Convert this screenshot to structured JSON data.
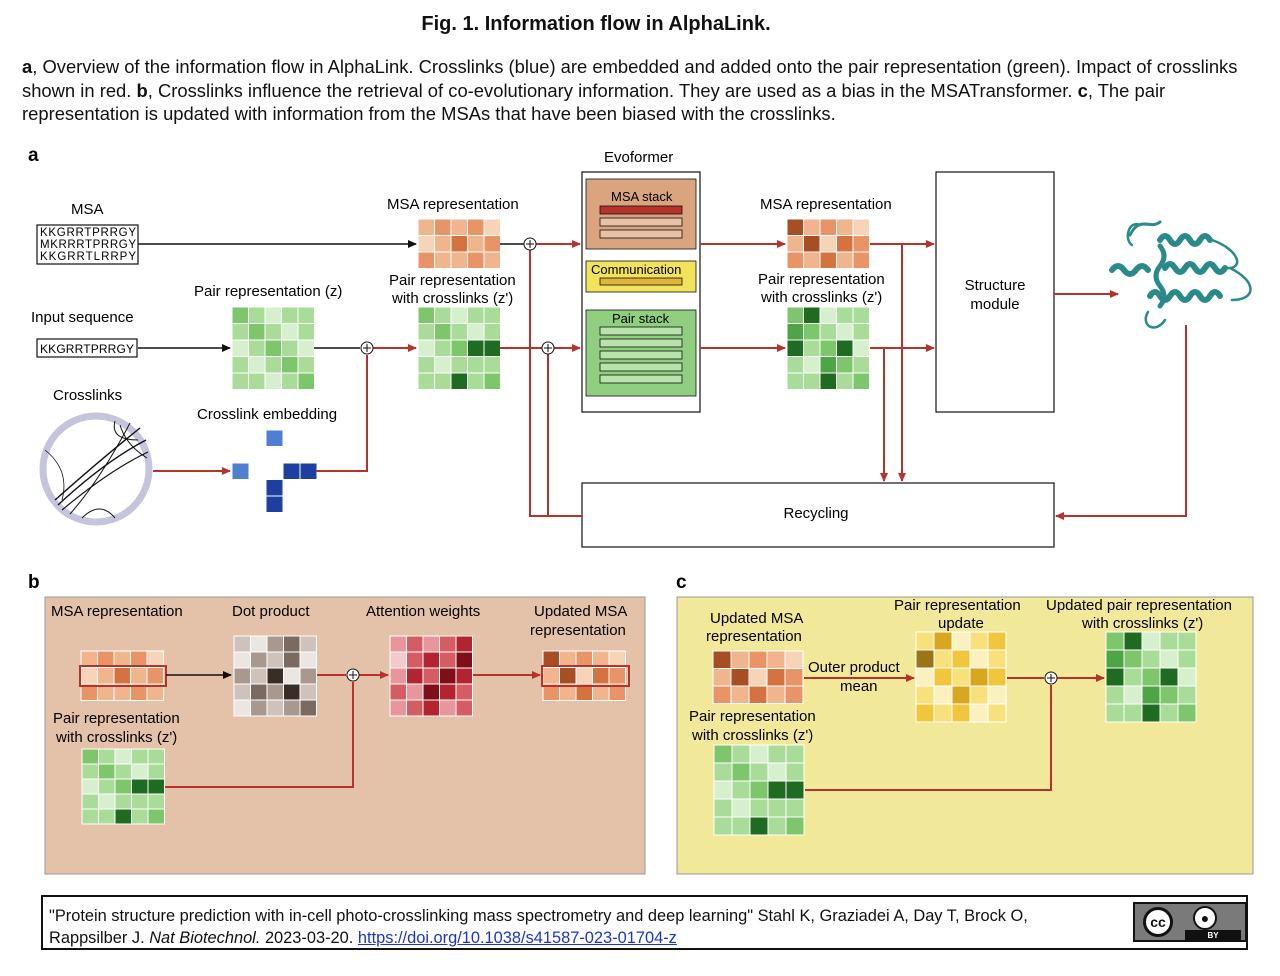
{
  "title": "Fig. 1. Information flow in AlphaLink.",
  "caption": {
    "a_letter": "a",
    "a_text": ", Overview of the information flow in AlphaLink. Crosslinks (blue) are embedded and added onto the pair representation (green). Impact of crosslinks shown in red. ",
    "b_letter": "b",
    "b_text": ", Crosslinks influence the retrieval of co-evolutionary information. They are used as a bias in the MSATransformer. ",
    "c_letter": "c",
    "c_text": ", The pair representation is updated with information from the MSAs that have been biased with the crosslinks."
  },
  "panel_a": {
    "letter": "a",
    "msa_label": "MSA",
    "msa_sequences": [
      "KKGRRTPRRGY",
      "MKRRRTPRRGY",
      "KKGRRTLRRPY"
    ],
    "input_sequence_label": "Input sequence",
    "input_sequence": "KKGRRTPRRGY",
    "crosslinks_label": "Crosslinks",
    "msa_rep_label": "MSA representation",
    "pair_rep_label": "Pair representation (z)",
    "crosslink_embedding_label": "Crosslink embedding",
    "pair_rep_crosslinks_label_1": "Pair representation",
    "pair_rep_crosslinks_label_2": "with crosslinks (z')",
    "evoformer_label": "Evoformer",
    "msa_stack_label": "MSA stack",
    "communication_label": "Communication",
    "pair_stack_label": "Pair stack",
    "msa_rep_out_label": "MSA representation",
    "pair_rep_out_label_1": "Pair representation",
    "pair_rep_out_label_2": "with crosslinks (z')",
    "structure_module_label_1": "Structure",
    "structure_module_label_2": "module",
    "recycling_label": "Recycling"
  },
  "panel_b": {
    "letter": "b",
    "msa_rep_label": "MSA representation",
    "dot_product_label": "Dot product",
    "attention_weights_label": "Attention weights",
    "updated_msa_label_1": "Updated MSA",
    "updated_msa_label_2": "representation",
    "pair_rep_label_1": "Pair representation",
    "pair_rep_label_2": "with crosslinks (z')"
  },
  "panel_c": {
    "letter": "c",
    "updated_msa_label_1": "Updated MSA",
    "updated_msa_label_2": "representation",
    "outer_product_label_1": "Outer product",
    "outer_product_label_2": "mean",
    "pair_update_label_1": "Pair representation",
    "pair_update_label_2": "update",
    "updated_pair_label_1": "Updated pair representation",
    "updated_pair_label_2": "with crosslinks (z')",
    "pair_rep_label_1": "Pair representation",
    "pair_rep_label_2": "with crosslinks (z')"
  },
  "citation": {
    "text": "\"Protein structure prediction with in-cell photo-crosslinking mass spectrometry and deep learning\" Stahl K, Graziadei A, Day T, Brock O, Rappsilber J. ",
    "journal": "Nat Biotechnol.",
    "date": " 2023-03-20. ",
    "doi_link": "https://doi.org/10.1038/s41587-023-01704-z",
    "license_cc": "cc",
    "license_by": "BY"
  },
  "colors": {
    "flow_red": "#b8322c",
    "panel_b_bg": "#e4c2aa",
    "panel_c_bg": "#f2e89a",
    "msa_stack_bg": "#d9a47e",
    "communication_bg": "#f2e35c",
    "pair_stack_bg": "#8fcf7f",
    "crosslink_blue": "#1d3f9e",
    "protein_teal": "#2a8a8a"
  }
}
